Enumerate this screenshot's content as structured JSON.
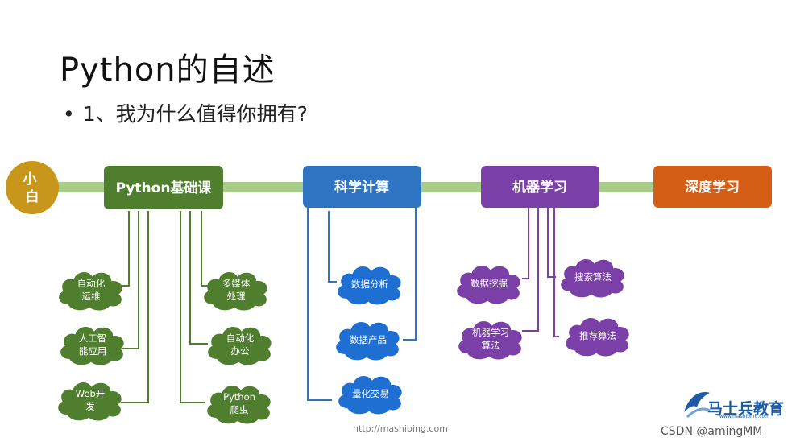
{
  "title": "Python的自述",
  "bullet": "1、我为什么值得你拥有?",
  "colors": {
    "timeline": "#a9cc8b",
    "start": "#c8961a",
    "python": "#4f7e2e",
    "science": "#2e74c3",
    "ml": "#7b3fa8",
    "dl": "#d45e16"
  },
  "nodes": {
    "start": "小\n白",
    "python_basics": "Python基础课",
    "science_computing": "科学计算",
    "machine_learning": "机器学习",
    "deep_learning": "深度学习"
  },
  "python_children": [
    "自动化\n运维",
    "人工智\n能应用",
    "Web开\n发",
    "多媒体\n处理",
    "自动化\n办公",
    "Python\n爬虫"
  ],
  "science_children": [
    "数据分析",
    "数据产品",
    "量化交易"
  ],
  "ml_children": [
    "数据挖掘",
    "机器学习\n算法",
    "搜索算法",
    "推荐算法"
  ],
  "footer": {
    "url": "http://mashibing.com",
    "logo_text": "马士兵教育",
    "logo_sub": "www.mashibing.com",
    "csdn": "CSDN @amingMM"
  }
}
